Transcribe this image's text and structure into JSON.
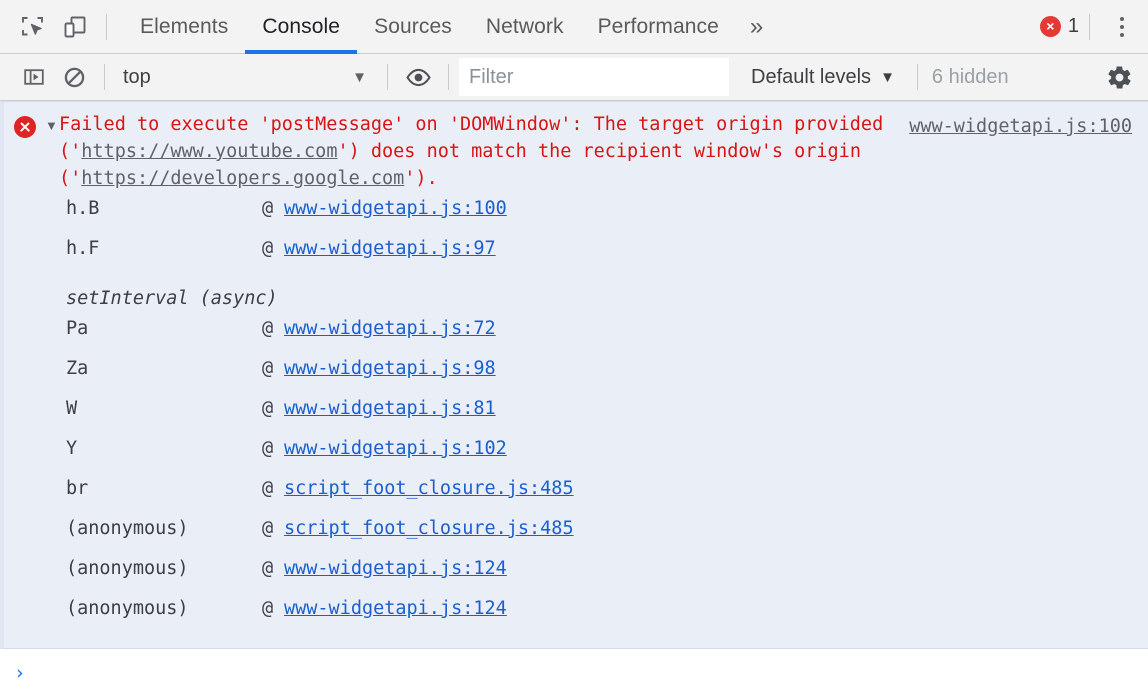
{
  "tabbar": {
    "inspect_icon": "inspect-element-icon",
    "device_icon": "device-toolbar-icon",
    "tabs": [
      {
        "label": "Elements",
        "selected": false
      },
      {
        "label": "Console",
        "selected": true
      },
      {
        "label": "Sources",
        "selected": false
      },
      {
        "label": "Network",
        "selected": false
      },
      {
        "label": "Performance",
        "selected": false
      }
    ],
    "more_tabs_label": "»",
    "error_badge": {
      "icon_glyph": "×",
      "count": "1"
    },
    "menu_icon": "kebab-menu-icon"
  },
  "console_toolbar": {
    "sidebar_toggle_icon": "console-sidebar-icon",
    "clear_icon": "clear-console-icon",
    "context": {
      "value": "top",
      "caret": "▼"
    },
    "eye_icon": "live-expression-icon",
    "filter": {
      "value": "",
      "placeholder": "Filter"
    },
    "levels": {
      "label": "Default levels",
      "caret": "▼"
    },
    "hidden_label": "6 hidden",
    "settings_icon": "gear-icon"
  },
  "message": {
    "level": "error",
    "disclosure": "▼",
    "source_link": "www-widgetapi.js:100",
    "text_parts": [
      {
        "t": "Failed to execute 'postMessage' on 'DOMWindow': The target origin provided ('",
        "link": false
      },
      {
        "t": "https://www.youtube.com",
        "link": true
      },
      {
        "t": "') does not match the recipient window's origin ('",
        "link": false
      },
      {
        "t": "https://developers.google.com",
        "link": true
      },
      {
        "t": "').",
        "link": false
      }
    ],
    "stack": [
      {
        "kind": "frame",
        "fn": "h.B",
        "at": "@",
        "link": "www-widgetapi.js:100"
      },
      {
        "kind": "frame",
        "fn": "h.F",
        "at": "@",
        "link": "www-widgetapi.js:97"
      },
      {
        "kind": "async",
        "fn": "setInterval (async)"
      },
      {
        "kind": "frame",
        "fn": "Pa",
        "at": "@",
        "link": "www-widgetapi.js:72"
      },
      {
        "kind": "frame",
        "fn": "Za",
        "at": "@",
        "link": "www-widgetapi.js:98"
      },
      {
        "kind": "frame",
        "fn": "W",
        "at": "@",
        "link": "www-widgetapi.js:81"
      },
      {
        "kind": "frame",
        "fn": "Y",
        "at": "@",
        "link": "www-widgetapi.js:102"
      },
      {
        "kind": "frame",
        "fn": "br",
        "at": "@",
        "link": "script_foot_closure.js:485"
      },
      {
        "kind": "frame",
        "fn": "(anonymous)",
        "at": "@",
        "link": "script_foot_closure.js:485"
      },
      {
        "kind": "frame",
        "fn": "(anonymous)",
        "at": "@",
        "link": "www-widgetapi.js:124"
      },
      {
        "kind": "frame",
        "fn": "(anonymous)",
        "at": "@",
        "link": "www-widgetapi.js:124"
      }
    ]
  },
  "prompt": {
    "caret": "›",
    "value": "",
    "placeholder": ""
  },
  "colors": {
    "accent": "#1a73e8",
    "error_text": "#d81515",
    "error_bg": "#eaeef7",
    "link": "#1a5fd0",
    "toolbar_bg": "#f3f3f3"
  }
}
